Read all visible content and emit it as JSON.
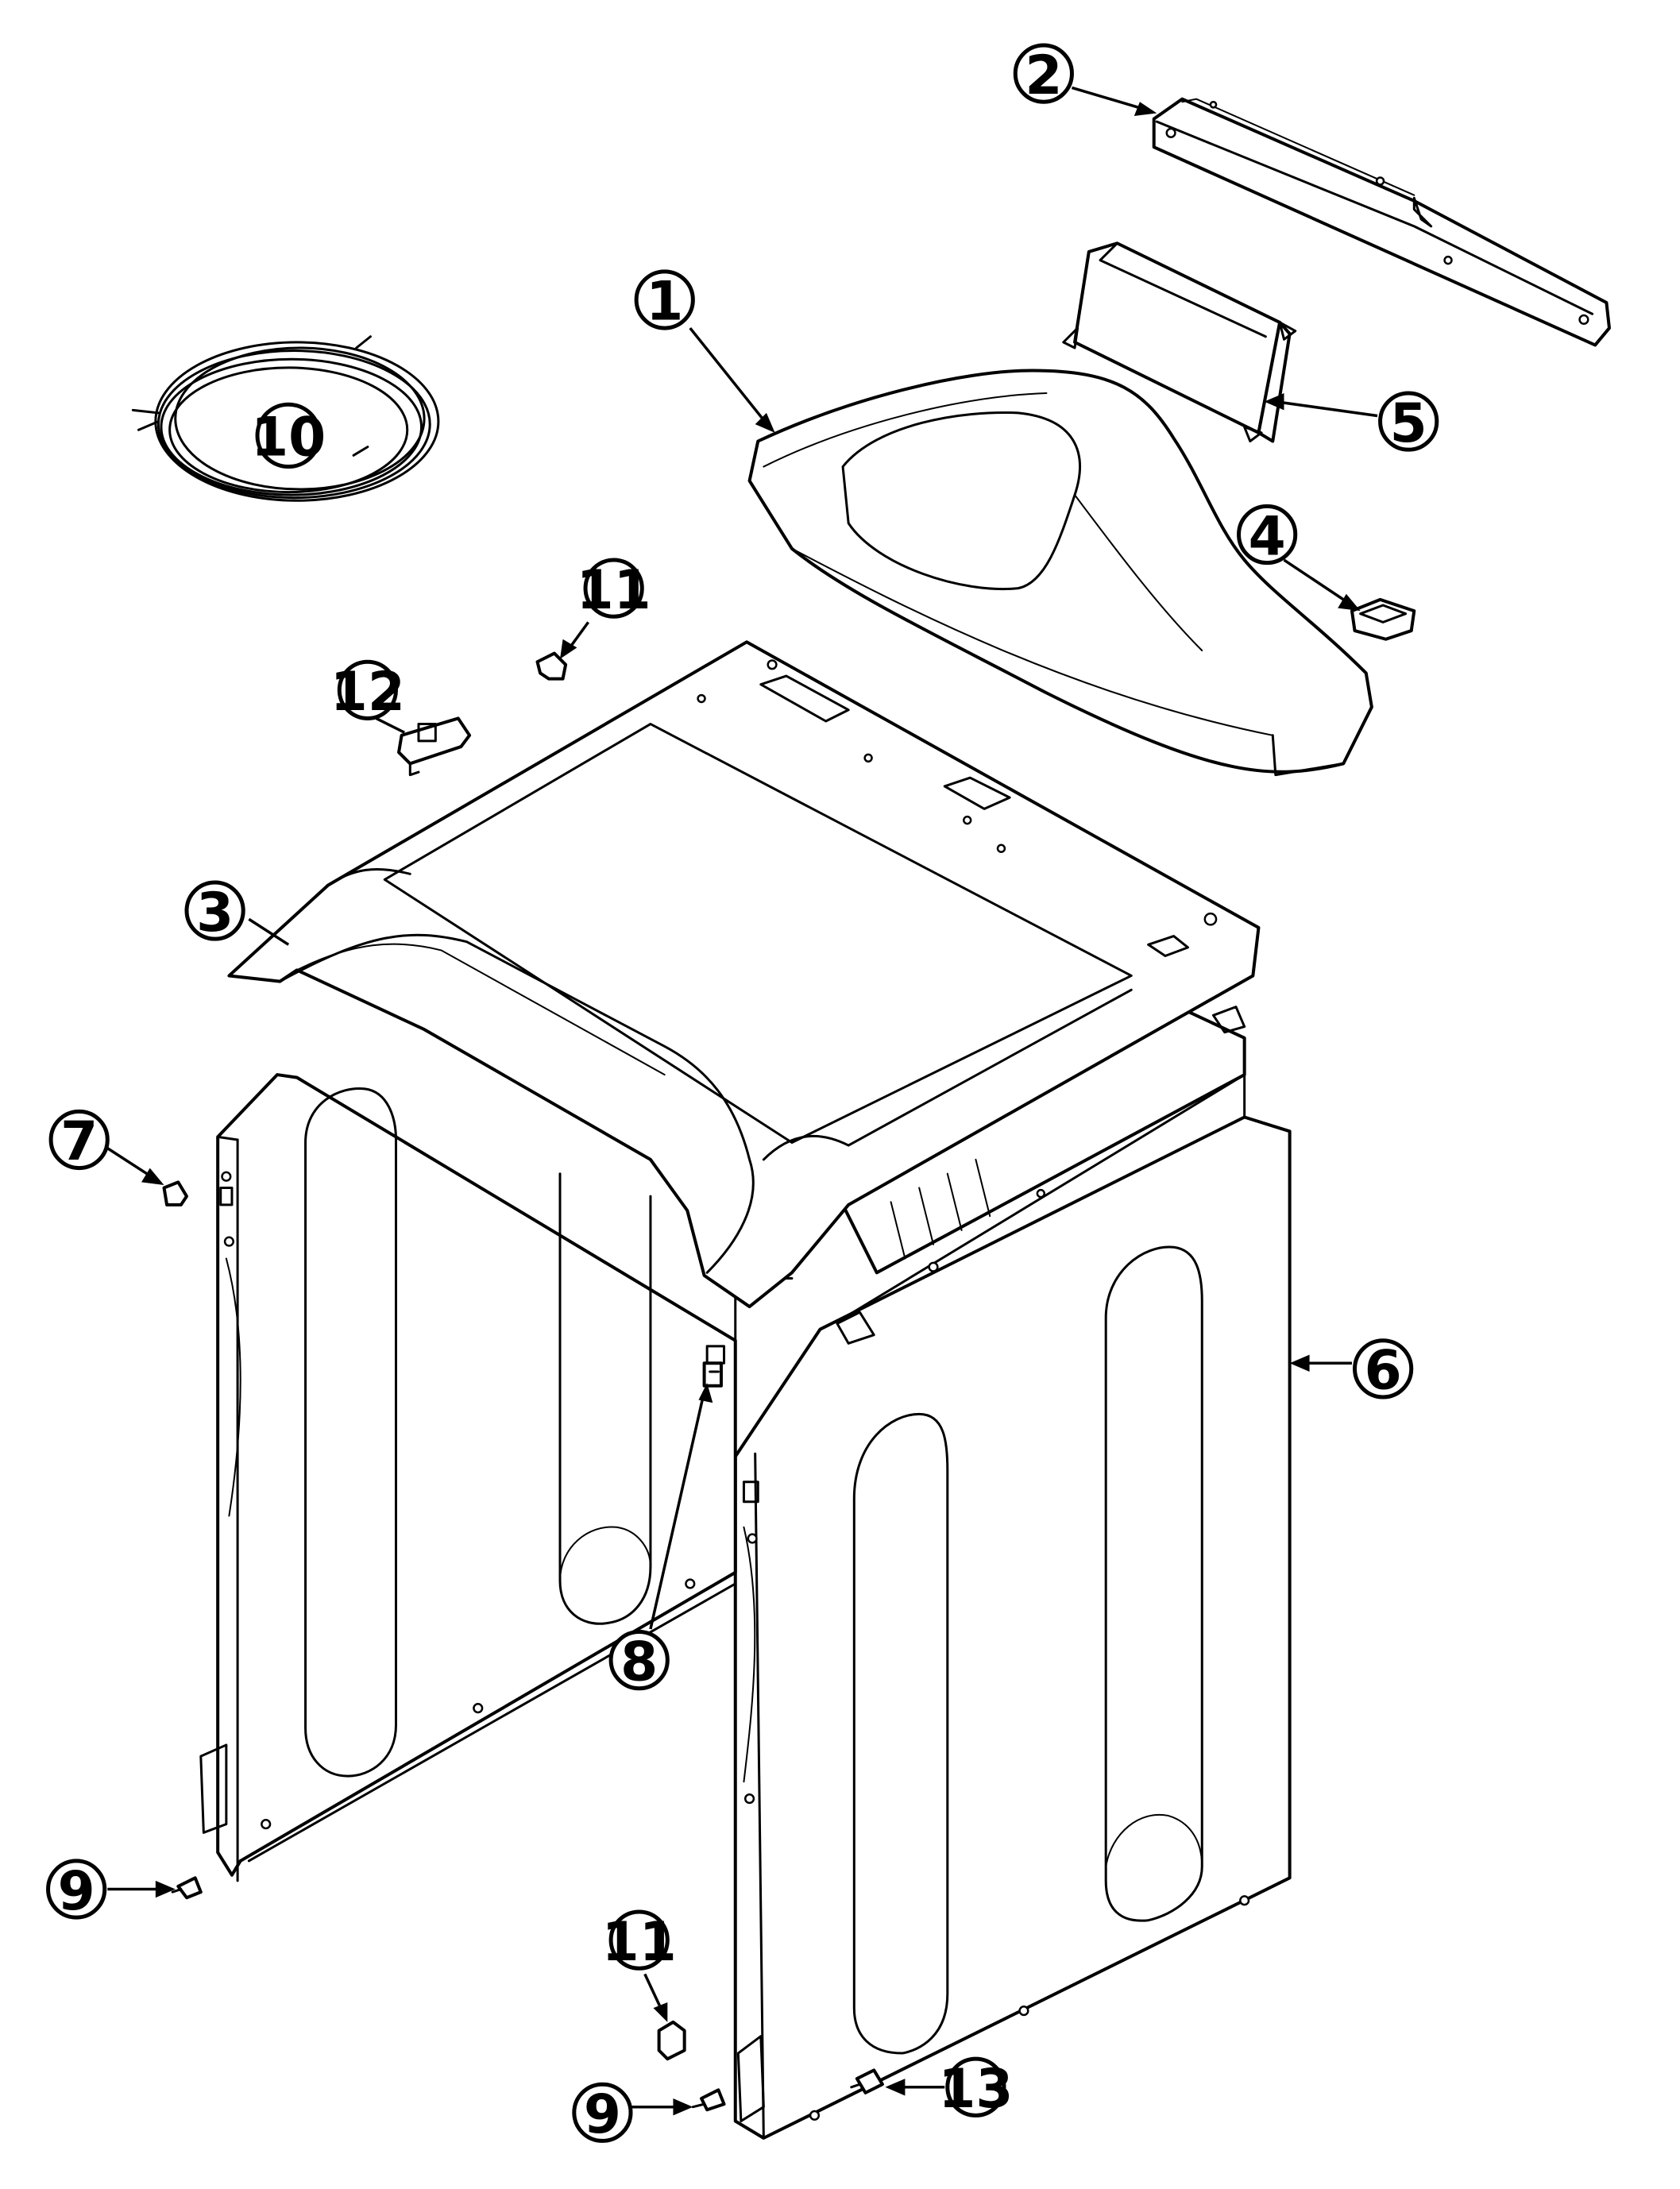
{
  "callouts": [
    {
      "id": "c1",
      "label": "1"
    },
    {
      "id": "c2",
      "label": "2"
    },
    {
      "id": "c3",
      "label": "3"
    },
    {
      "id": "c4",
      "label": "4"
    },
    {
      "id": "c5",
      "label": "5"
    },
    {
      "id": "c6",
      "label": "6"
    },
    {
      "id": "c7",
      "label": "7"
    },
    {
      "id": "c8",
      "label": "8"
    },
    {
      "id": "c9a",
      "label": "9"
    },
    {
      "id": "c9b",
      "label": "9"
    },
    {
      "id": "c10",
      "label": "10"
    },
    {
      "id": "c11a",
      "label": "11"
    },
    {
      "id": "c11b",
      "label": "11"
    },
    {
      "id": "c12",
      "label": "12"
    },
    {
      "id": "c13",
      "label": "13"
    }
  ]
}
